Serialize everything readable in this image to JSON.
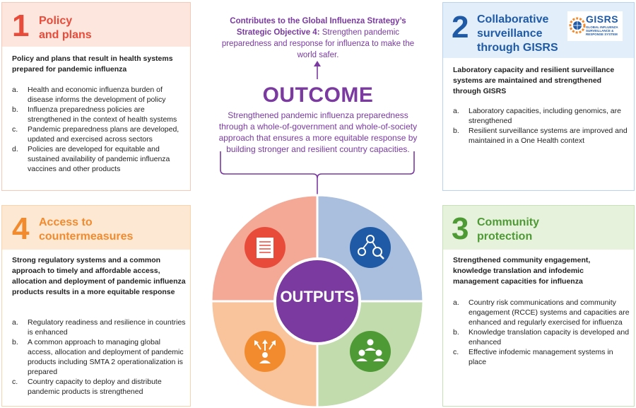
{
  "strategy": {
    "bold": "Contributes to the Global Influenza Strategy’s Strategic Objective 4:",
    "rest": " Strengthen pandemic preparedness and response for influenza to make the world safer."
  },
  "outcome": {
    "heading": "OUTCOME",
    "text": "Strengthened pandemic influenza preparedness through a whole-of-government and whole-of-society approach that ensures a more equitable response by building stronger and resilient country capacities."
  },
  "outputs_label": "OUTPUTS",
  "colors": {
    "purple": "#7a3aa0",
    "red": "#e84b3a",
    "blue": "#1f5aa6",
    "green": "#4e9a35",
    "orange": "#f28b2e",
    "seg_red": "#f4a896",
    "seg_blue": "#a9bfdd",
    "seg_green": "#c2dcae",
    "seg_orange": "#f9c49b"
  },
  "panels": {
    "p1": {
      "number": "1",
      "title_line1": "Policy",
      "title_line2": "and plans",
      "summary": "Policy and plans that result in health systems prepared for pandemic influenza",
      "items": [
        {
          "marker": "a.",
          "text": "Health and economic influenza burden of disease informs the development of policy"
        },
        {
          "marker": "b.",
          "text": "Influenza preparedness policies are strengthened in the context of health systems"
        },
        {
          "marker": "c.",
          "text": "Pandemic preparedness plans are developed, updated and exercised across sectors"
        },
        {
          "marker": "d.",
          "text": "Policies are developed for equitable and sustained availability of pandemic influenza vaccines and other products"
        }
      ],
      "icon": "document-icon"
    },
    "p2": {
      "number": "2",
      "title_line1": "Collaborative",
      "title_line2": "surveillance",
      "title_line3": "through GISRS",
      "logo_word": "GISRS",
      "logo_sub": "GLOBAL INFLUENZA SURVEILLANCE & RESPONSE SYSTEM",
      "summary": "Laboratory capacity and resilient surveillance systems are maintained and strengthened through GISRS",
      "items": [
        {
          "marker": "a.",
          "text": "Laboratory capacities, including genomics, are strengthened"
        },
        {
          "marker": "b.",
          "text": "Resilient surveillance systems are improved and maintained in a One Health context"
        }
      ],
      "icon": "network-search-icon"
    },
    "p3": {
      "number": "3",
      "title_line1": "Community",
      "title_line2": "protection",
      "summary": "Strengthened community engagement, knowledge translation and infodemic management capacities for influenza",
      "items": [
        {
          "marker": "a.",
          "text": "Country risk communications and community engagement (RCCE) systems and capacities are enhanced and regularly exercised for influenza"
        },
        {
          "marker": "b.",
          "text": "Knowledge translation capacity is developed and enhanced"
        },
        {
          "marker": "c.",
          "text": "Effective infodemic management systems in place"
        }
      ],
      "icon": "community-icon"
    },
    "p4": {
      "number": "4",
      "title_line1": "Access to",
      "title_line2": "countermeasures",
      "summary": "Strong regulatory systems and a common approach to timely and affordable access, allocation and deployment of pandemic influenza products results in a more equitable response",
      "items": [
        {
          "marker": "a.",
          "text": "Regulatory readiness and resilience in countries is enhanced"
        },
        {
          "marker": "b.",
          "text": "A common approach to managing global access, allocation and deployment of pandemic products including SMTA 2 operationalization is prepared"
        },
        {
          "marker": "c.",
          "text": "Country capacity to deploy and distribute pandemic products is strengthened"
        }
      ],
      "icon": "distribution-icon"
    }
  }
}
